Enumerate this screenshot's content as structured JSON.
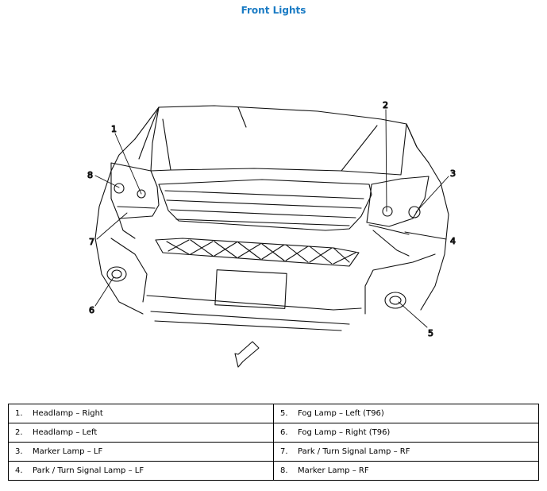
{
  "title": "Front Lights",
  "colors": {
    "title": "#1a7bc4",
    "line": "#111111"
  },
  "callouts": [
    "1",
    "2",
    "3",
    "4",
    "5",
    "6",
    "7",
    "8"
  ],
  "legend": {
    "rows": [
      [
        {
          "num": "1.",
          "label": "Headlamp – Right"
        },
        {
          "num": "5.",
          "label": "Fog Lamp – Left (T96)"
        }
      ],
      [
        {
          "num": "2.",
          "label": "Headlamp – Left"
        },
        {
          "num": "6.",
          "label": "Fog Lamp – Right (T96)"
        }
      ],
      [
        {
          "num": "3.",
          "label": "Marker Lamp – LF"
        },
        {
          "num": "7.",
          "label": "Park / Turn Signal Lamp – RF"
        }
      ],
      [
        {
          "num": "4.",
          "label": "Park / Turn Signal Lamp – LF"
        },
        {
          "num": "8.",
          "label": "Marker Lamp – RF"
        }
      ]
    ]
  }
}
